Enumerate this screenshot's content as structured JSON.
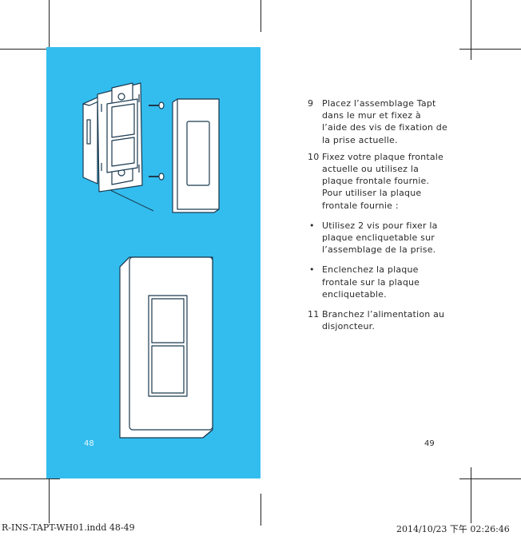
{
  "steps": [
    {
      "num": "9",
      "text": "Placez l’assemblage Tapt dans le mur et fixez à l’aide des vis de fixation de la prise actuelle."
    },
    {
      "num": "10",
      "text": "Fixez votre plaque frontale actuelle ou utilisez la plaque frontale fournie. Pour utiliser la plaque frontale fournie :"
    },
    {
      "num": "•",
      "text": "Utilisez 2 vis pour fixer la plaque encliquetable sur l’assemblage de la prise."
    },
    {
      "num": "•",
      "text": "Enclenchez la plaque frontale sur la plaque encliquetable."
    },
    {
      "num": "11",
      "text": "Branchez l’alimentation au disjoncteur."
    }
  ],
  "page_left": "48",
  "page_right": "49",
  "slug_left": "R-INS-TAPT-WH01.indd   48-49",
  "slug_right": "2014/10/23   下午 02:26:46",
  "colors": {
    "page_blue": "#33bdef",
    "illustration_line": "#1b3a4f"
  }
}
